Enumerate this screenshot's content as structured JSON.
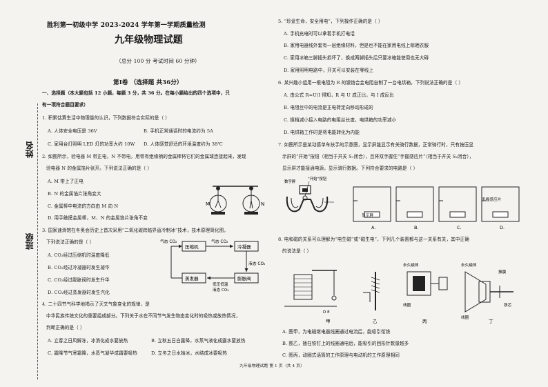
{
  "header": {
    "school_line": "胜利第一初级中学 2023-2024 学年第一学期质量检测",
    "title": "九年级物理试题",
    "score_line": "（总分 100 分    考试时间 60 分钟）",
    "section_title": "第Ⅰ卷   （选择题   共36分）"
  },
  "sidebar": {
    "name_label": "姓名",
    "class_label": "班级"
  },
  "section1": {
    "heading_a": "一、选择题（本大题包括 12 小题，每题 3 分，共 36 分。在每小题给出的四个选项中，只",
    "heading_b": "有一项符合题目要求）"
  },
  "q1": {
    "stem": "1. 积累估算生活中物理量的认识，下列数据符合实际的是（    ）",
    "a": "A. 人体安全电压是 36V",
    "b": "B. 手机正常通话时的电流约为 5A",
    "c": "C. 家用台灯照明 LED 灯的功率大约 10W",
    "d": "D. 人体感觉舒适的环境温度约为 38℃"
  },
  "q2": {
    "stem1": "2. 如图所示，验电器 M 带正电，N 不带电，用带有绝缘柄的金属棒将它们的金属球连接起来，发现",
    "stem2": "验电器 N 的金属箔片张开。下列说法正确的是（    ）",
    "a": "A. M 带上了正电",
    "b": "B. N 的金属箔片张角变大",
    "c": "C. 金属棒中电流的方向由 M 向 N",
    "d": "D. 用手触摸金属棒，M、N 的金属箔片张角不变",
    "fig_m": "M",
    "fig_n": "N"
  },
  "q3": {
    "stem1": "3. 国家速滑馆在冬奥会历史上首次采用“二氧化碳跨临界直冷制冰”技术，技术原理简化图，",
    "stem2": "下列说法正确的是（    ）",
    "a": "A. CO₂经过压缩机时温度降低",
    "b": "B. CO₂经过冷凝器时发生凝华",
    "c": "C. CO₂经过膨胀阀时发生升华",
    "d": "D. CO₂经过蒸发器时发生汽化"
  },
  "cycle": {
    "gas_left": "气态 CO₂",
    "gas_top": "气态 CO₂",
    "compressor": "压缩机",
    "condenser": "冷凝器",
    "liquid": "液态 CO₂",
    "evaporator": "蒸发器",
    "valve": "膨胀阀",
    "low_temp_1": "低压低温",
    "low_temp_2": "液态 CO₂"
  },
  "q4": {
    "stem1": "4. 二十四节气科学地揭示了天文气象变化的规律，是",
    "stem2": "中华民族传统文化的重要组成部分。下列关于水在不同节气发生物态变化时的吸热或放热情况，",
    "stem3": "判断正确的是（    ）",
    "a": "A. 立春之日风解冻，冰消化成水要放热",
    "b": "B. 立秋五日白露降，水蒸气液化成露水要放热",
    "c": "C. 霜降节气寒霜降，水蒸气凝华成霜要吸热",
    "d": "D. 立冬之日水始冰，水结成冰要吸热"
  },
  "q5": {
    "stem": "5. “珍爱生命，安全用电”，下列操作正确的是（    ）",
    "a": "A. 手机充电时可以拿着手机打电话",
    "b": "B. 家用电器线外套有一层绝缘材料，但是也不能在家用电线上晾晒衣服",
    "c": "C. 家用冰箱三脚插头损坏了，换成两脚插头后只要冰箱能使用也无大碍",
    "d": "D. 家用照明电路中，开关可以安装在零线上"
  },
  "q6": {
    "stem": "6. 某兴趣小组用一根电阻为 R 的镍铬合金电阻自制了一台电烘箱，下列说法正确的是（    ）",
    "a": "A. 由公式 R=U/I 得知，R 与 U 成正比，与 I 成反比",
    "b": "B. 电阻丝中的电流是正电荷定向移动形成的",
    "c": "C. 换档减小接入电路的电阻丝长度，电烘箱的功率减小",
    "d": "D. 电烘箱工作时是将电能转化为内能"
  },
  "q7": {
    "stem1": "7. 如图所示是某动感单车扶手的示意图，显示屏能显示有关骑行数据，正常骑行时，只有按压显",
    "stem2": "示屏的“开始”按钮（相当于开关 S₁闭合），且将双手握住“手握感应片”（相当于开关 S₂闭合），",
    "stem3": "显示屏才能接通电源，显示骑行数据。下列符合要求的电路是（    ）",
    "fig_screen": "数字屏",
    "fig_start": "“开始”按钮",
    "fig_grip": "手握感应片",
    "fig_screen_2": "显示屏",
    "opt_a": "A.",
    "opt_b": "B.",
    "opt_c": "C.",
    "opt_d": "D."
  },
  "q8": {
    "stem1": "8. 电和磁的关系可以理解为“电生磁”或“磁生电”，下列几个装置都与这一关系有关，其中正确",
    "stem2": "的说法是（    ）",
    "a": "A. 图甲，为电磁继电器线圈通过电流后，能吸引衔铁",
    "b": "B. 图乙，插在铁钉上的线圈通电后，能吸引的回形针数量越多",
    "c": "C. 图丙，动圈式话筒的工作原理与电动机的工作原理相同",
    "lab_jia": "甲",
    "lab_yi": "乙",
    "lab_bing": "丙",
    "lab_ding": "丁",
    "permanent_magnet": "永久磁体",
    "coil": "线圈",
    "permanent_magnet_2": "永久磁体",
    "coil_2": "线圈",
    "diaphragm": "振膜",
    "iron_core": "铁芯",
    "lbl_de": "D E"
  },
  "footer": {
    "text": "九年级物理试题   第 1 页（共 4 页）"
  }
}
